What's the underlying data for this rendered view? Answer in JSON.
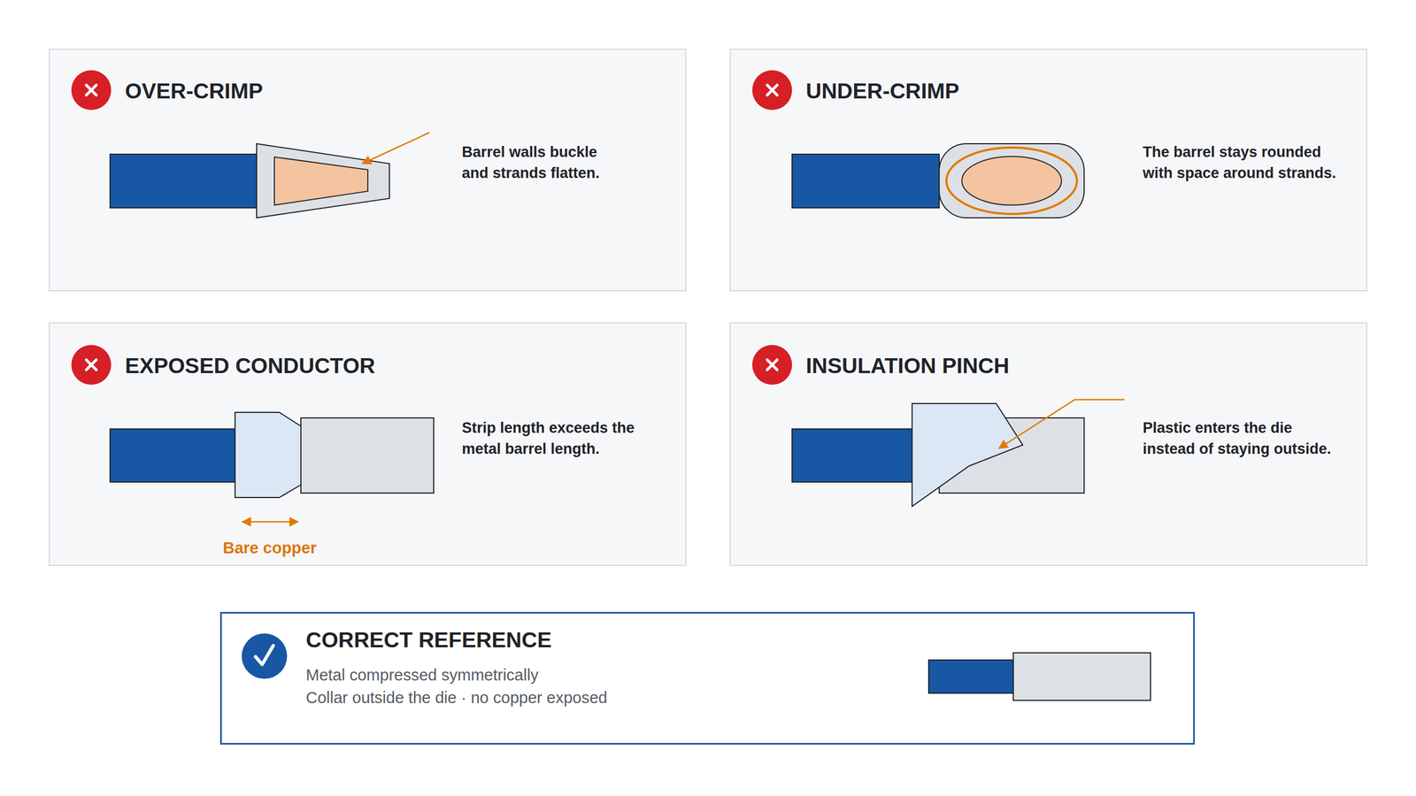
{
  "diagram": {
    "nodes": [
      {
        "text": [
          "OVER-CRIMP",
          "Barrel walls buckle and strands flatten."
        ]
      },
      {
        "text": [
          "UNDER-CRIMP",
          "The barrel stays rounded with space around strands."
        ]
      },
      {
        "text": [
          "EXPOSED CONDUCTOR",
          "Strip length exceeds the metal barrel length."
        ]
      },
      {
        "text": [
          "INSULATION PINCH",
          "Plastic enters the die instead of staying outside."
        ]
      },
      {
        "text": [
          "CORRECT REFERENCE",
          "Metal compressed symmetrically",
          "Collar outside the die · no copper exposed"
        ]
      }
    ],
    "labels": [
      "Bare copper"
    ]
  }
}
